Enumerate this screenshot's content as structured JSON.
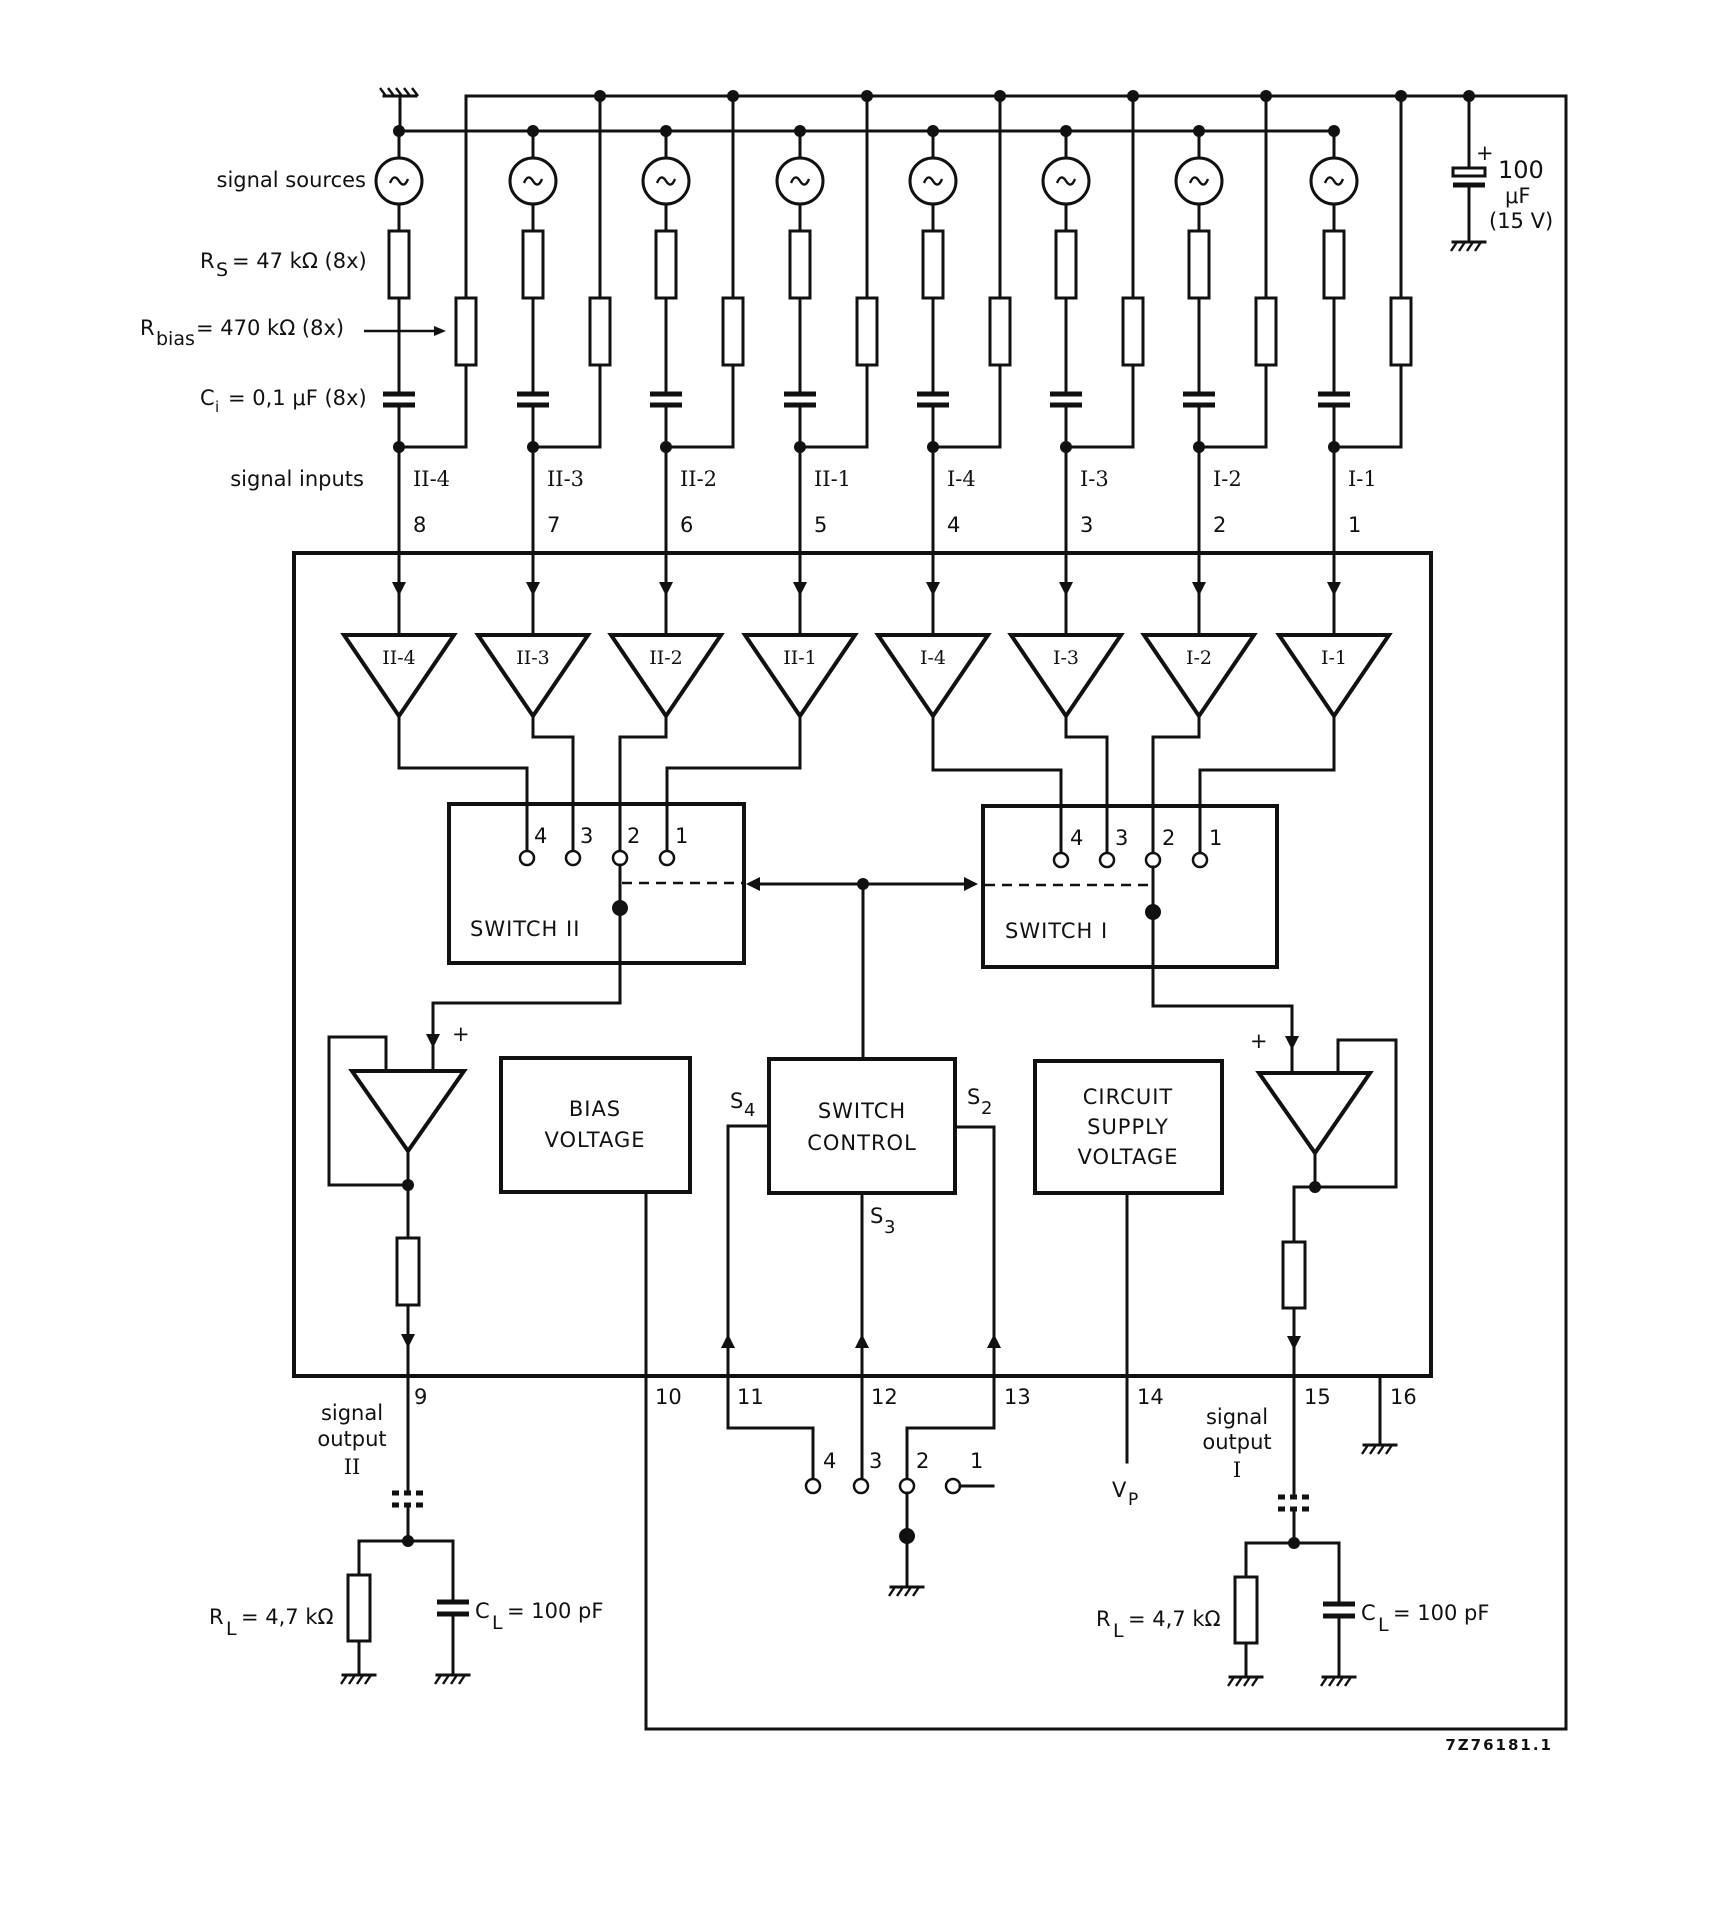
{
  "figure_id": "7Z76181.1",
  "labels": {
    "signal_sources": "signal sources",
    "rs_main": "R",
    "rs_sub": "S",
    "rs_value": "= 47 kΩ (8x)",
    "rbias_main": "R",
    "rbias_sub": "bias",
    "rbias_value": "= 470 kΩ (8x)",
    "ci_main": "C",
    "ci_sub": "i",
    "ci_value": "= 0,1 μF (8x)",
    "signal_inputs": "signal inputs",
    "supply_cap_value": "100",
    "supply_cap_unit": "μF",
    "supply_cap_voltage": "(15 V)",
    "supply_cap_polarity": "+"
  },
  "channels": [
    {
      "name": "II-4",
      "pin": "8"
    },
    {
      "name": "II-3",
      "pin": "7"
    },
    {
      "name": "II-2",
      "pin": "6"
    },
    {
      "name": "II-1",
      "pin": "5"
    },
    {
      "name": "I-4",
      "pin": "4"
    },
    {
      "name": "I-3",
      "pin": "3"
    },
    {
      "name": "I-2",
      "pin": "2"
    },
    {
      "name": "I-1",
      "pin": "1"
    }
  ],
  "switches": {
    "left": {
      "title": "SWITCH II",
      "contacts": [
        "4",
        "3",
        "2",
        "1"
      ]
    },
    "right": {
      "title": "SWITCH I",
      "contacts": [
        "4",
        "3",
        "2",
        "1"
      ]
    }
  },
  "blocks": {
    "bias": [
      "BIAS",
      "VOLTAGE"
    ],
    "control": [
      "SWITCH",
      "CONTROL"
    ],
    "supply": [
      "CIRCUIT",
      "SUPPLY",
      "VOLTAGE"
    ]
  },
  "control_signals": {
    "s4_main": "S",
    "s4_sub": "4",
    "s3_main": "S",
    "s3_sub": "3",
    "s2_main": "S",
    "s2_sub": "2"
  },
  "buffer_plus": "+",
  "bottom_pins": [
    "9",
    "10",
    "11",
    "12",
    "13",
    "14",
    "15",
    "16"
  ],
  "selector_contacts": [
    "4",
    "3",
    "2",
    "1"
  ],
  "supply_pin_main": "V",
  "supply_pin_sub": "P",
  "outputs": {
    "left": {
      "line1": "signal",
      "line2": "output",
      "line3": "II"
    },
    "right": {
      "line1": "signal",
      "line2": "output",
      "line3": "I"
    }
  },
  "loads": {
    "rl_main": "R",
    "rl_sub": "L",
    "rl_value": "= 4,7 kΩ",
    "cl_main": "C",
    "cl_sub": "L",
    "cl_value": "= 100 pF"
  }
}
